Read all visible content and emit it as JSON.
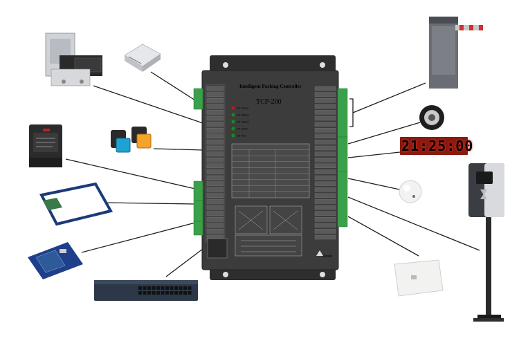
{
  "controller": {
    "title": "Intelligent Parking Controller",
    "model": "TCP-200",
    "reset_label": "Reset",
    "leds": [
      {
        "label": "D1 Power",
        "color": "#c01818"
      },
      {
        "label": "D2 Status",
        "color": "#1a8a1a"
      },
      {
        "label": "D3 Status",
        "color": "#1a8a1a"
      },
      {
        "label": "D4 COM",
        "color": "#1a8a1a"
      },
      {
        "label": "D5 Run",
        "color": "#1a8a1a"
      }
    ]
  },
  "display": {
    "time": "21:25:00",
    "text_color": "#ff5a4a",
    "background": "#8a1a10"
  },
  "colors": {
    "terminal_green": "#3aa04a",
    "controller_body": "#3c3c3c",
    "wire": "#1a1a1a"
  },
  "devices_left": [
    {
      "name": "card-dispenser"
    },
    {
      "name": "power-supply"
    },
    {
      "name": "push-buttons"
    },
    {
      "name": "vehicle-loop-detector"
    },
    {
      "name": "long-range-rfid-reader"
    },
    {
      "name": "rfid-reader-board"
    },
    {
      "name": "network-switch"
    }
  ],
  "devices_right": [
    {
      "name": "barrier-gate"
    },
    {
      "name": "speaker"
    },
    {
      "name": "led-clock-display"
    },
    {
      "name": "camera-dome"
    },
    {
      "name": "ticket-kiosk"
    },
    {
      "name": "card-reader-wallplate"
    }
  ]
}
